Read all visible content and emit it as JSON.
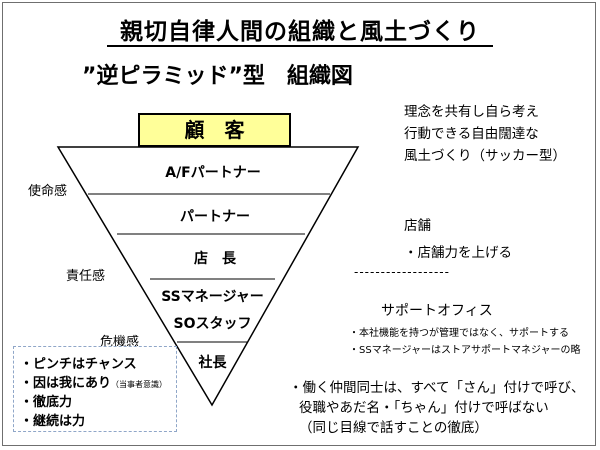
{
  "title": "親切自律人間の組織と風土づくり",
  "subtitle": "”逆ピラミッド”型　組織図",
  "customer": "顧客",
  "tiers": [
    "A/Fパートナー",
    "パートナー",
    "店　長",
    "SSマネージャー",
    "SOスタッフ",
    "社長"
  ],
  "side_labels": {
    "mission": "使命感",
    "responsibility": "責任感",
    "crisis": "危機感"
  },
  "philosophy": [
    "理念を共有し自ら考え",
    "行動できる自由闊達な",
    "風土づくり（サッカー型）"
  ],
  "store": {
    "heading": "店舗",
    "point": "・店舗力を上げる"
  },
  "separator": "------------------",
  "support_office": {
    "heading": "サポートオフィス",
    "points": [
      "・本社機能を持つが管理ではなく、サポートする",
      "・SSマネージャーはストアサポートマネジャーの略"
    ]
  },
  "policy": {
    "items": [
      "・ピンチはチャンス",
      "・因は我にあり",
      "・徹底力",
      "・継続は力"
    ],
    "note": "（当事者意識）"
  },
  "colleagues": [
    "・働く仲間同士は、すべて「さん」付けで呼び、",
    "役職やあだ名・「ちゃん」付けで呼ばない",
    "（同じ目線で話すことの徹底）"
  ],
  "colors": {
    "customer_fill": "#ffff99",
    "lines": "#000000",
    "policy_border": "#8fa6c8"
  }
}
